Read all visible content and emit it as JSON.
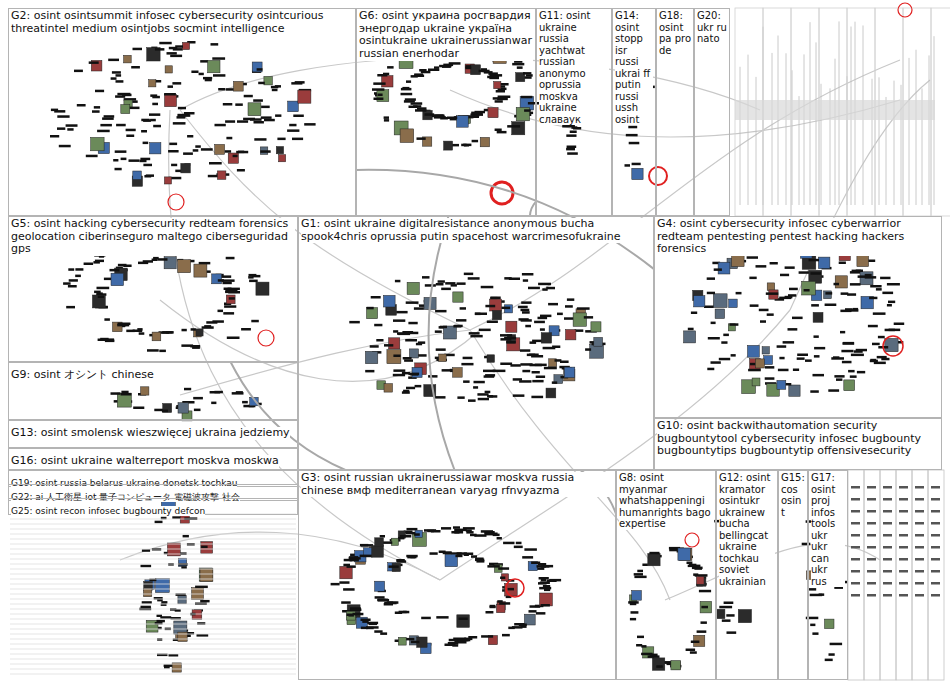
{
  "diagram": {
    "nodes": [
      {
        "text": [
          "G2: osint osintsummit infosec cybersecurity osintcurious threatintel medium osintjobs socmint intelligence"
        ]
      },
      {
        "text": [
          "G6: osint украина росгвардия энергодар ukraine україна osintukraine ukrainerussianwar russian enerhodar"
        ]
      },
      {
        "text": [
          "G11: osint ukraine russia yachtwat russian anonymo oprussia moskva ukraine славаук"
        ]
      },
      {
        "text": [
          "G14: osint stopp isr russi ukrai ff putin russi ussh osint"
        ]
      },
      {
        "text": [
          "G18: osint pa pro de"
        ]
      },
      {
        "text": [
          "G20: ukr ru nato"
        ]
      },
      {
        "text": [
          "G5: osint hacking cybersecurity redteam forensics geolocation ciberinseguro maltego ciberseguridad gps"
        ]
      },
      {
        "text": [
          "G1: osint ukraine digitalresistance anonymous bucha spook4chris oprussia putin spacehost warcrimesofukraine"
        ]
      },
      {
        "text": [
          "G4: osint cybersecurity infosec cyberwarrior redteam pentesting pentest hacking hackers forensics"
        ]
      },
      {
        "text": [
          "G9: osint オシント chinese"
        ]
      },
      {
        "text": [
          "G13: osint smolensk wieszwięcej ukraina jedziemy"
        ]
      },
      {
        "text": [
          "G16: osint ukraine walterreport moskva moskwa"
        ]
      },
      {
        "text": [
          "G10: osint backwithautomation security bugbountytool cybersecurity infosec bugbounty bugbountytips bugbountytip offensivesecurity"
        ]
      },
      {
        "text": [
          "G19: osint russia belarus ukraine donetsk tochkau"
        ]
      },
      {
        "text": [
          "G22: ai 人工衛星 iot 量子コンピュータ 電磁波攻撃 社会"
        ]
      },
      {
        "text": [
          "G25: osint recon infosec bugbounty defcon"
        ]
      },
      {
        "text": [
          "G3: osint russian ukrainerussiawar moskva russia chinese вмф mediterranean varyag rfnvyazma"
        ]
      },
      {
        "text": [
          "G8: osint myanmar whatshappeningi humanrights bago expertise"
        ]
      },
      {
        "text": [
          "G12: osint kramator osintukr ukrainew bucha bellingcat ukraine tochkau soviet ukrainian"
        ]
      },
      {
        "text": [
          "G15: cos osint"
        ]
      },
      {
        "text": [
          "G17: osint proj infos tools ukr ukr can ukr rus"
        ]
      }
    ],
    "edges": [
      {
        "from": 0,
        "to": 7,
        "arrow": "none"
      },
      {
        "from": 1,
        "to": 7,
        "arrow": "none"
      },
      {
        "from": 7,
        "to": 16,
        "arrow": "none"
      },
      {
        "from": 7,
        "to": 8,
        "arrow": "none"
      },
      {
        "from": 7,
        "to": 6,
        "arrow": "none"
      },
      {
        "from": 0,
        "to": 8,
        "arrow": "none"
      },
      {
        "from": 1,
        "to": 16,
        "arrow": "none"
      },
      {
        "from": 7,
        "to": 17,
        "arrow": "none"
      },
      {
        "from": 8,
        "to": 12,
        "arrow": "none"
      },
      {
        "from": 16,
        "to": 6,
        "arrow": "none"
      },
      {
        "from": 0,
        "to": 6,
        "arrow": "none"
      },
      {
        "from": 7,
        "to": 2,
        "arrow": "none"
      }
    ]
  }
}
